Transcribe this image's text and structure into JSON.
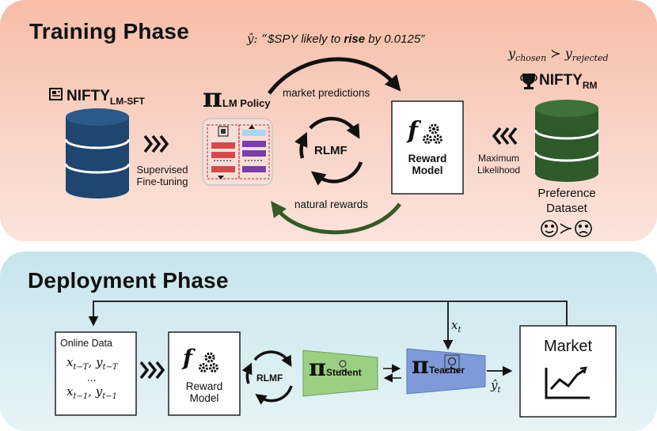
{
  "training": {
    "title": "Training Phase",
    "prediction_prefix": "ŷ: “",
    "prediction_a": "$SPY likely to ",
    "prediction_b": "rise",
    "prediction_c": " by 0.0125”",
    "preference_formula_a": "y",
    "preference_formula_a_sub": "chosen",
    "preference_formula_op": " ≻ ",
    "preference_formula_b": "y",
    "preference_formula_b_sub": "rejected",
    "sft_dataset_label": "NIFTY",
    "sft_dataset_sub": "LM-SFT",
    "sft_arrow_label_1": "Supervised",
    "sft_arrow_label_2": "Fine-tuning",
    "policy_symbol": "π",
    "policy_sub": "LM Policy",
    "market_predictions_label": "market predictions",
    "natural_rewards_label": "natural rewards",
    "rlmf_label": "RLMF",
    "reward_model_label_1": "Reward",
    "reward_model_label_2": "Model",
    "mle_label_1": "Maximum",
    "mle_label_2": "Likelihood",
    "rm_dataset_label": "NIFTY",
    "rm_dataset_sub": "RM",
    "preference_dataset_label_1": "Preference",
    "preference_dataset_label_2": "Dataset"
  },
  "deployment": {
    "title": "Deployment Phase",
    "online_data_label": "Online Data",
    "online_row_1": "x_{t−T}, y_{t−T}",
    "online_row_1a": "x",
    "online_row_1a_sub": "t−T",
    "online_row_1b": ", y",
    "online_row_1b_sub": "t−T",
    "online_ellipsis": "...",
    "online_row_2a": "x",
    "online_row_2a_sub": "t−1",
    "online_row_2b": ", y",
    "online_row_2b_sub": "t−1",
    "reward_model_label_1": "Reward",
    "reward_model_label_2": "Model",
    "rlmf_label": "RLMF",
    "student_symbol": "π",
    "student_sub": "Student",
    "teacher_symbol": "π",
    "teacher_sub": "Teacher",
    "xt_label": "x",
    "xt_sub": "t",
    "yhat_label": "ŷ",
    "yhat_sub": "t",
    "market_label": "Market"
  },
  "colors": {
    "training_bg": "#f7bda7",
    "deployment_bg": "#c7e4ec",
    "sft_db": "#20466f",
    "rm_db": "#2f5a2b",
    "arrow_dark": "#111111",
    "arrow_green": "#355a25",
    "student": "#9bcf83",
    "teacher": "#7f9ad8"
  }
}
